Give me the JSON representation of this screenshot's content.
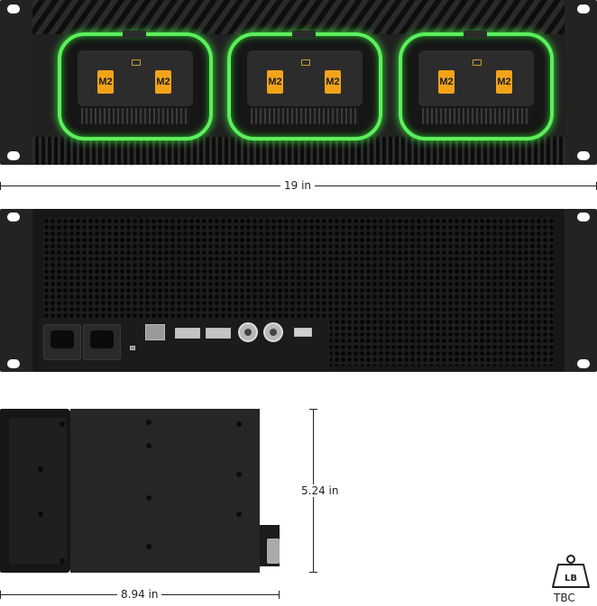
{
  "front": {
    "badge_text": "M2"
  },
  "dimensions": {
    "width": "19 in",
    "height": "5.24 in",
    "depth": "8.94 in"
  },
  "weight": {
    "icon_label": "LB",
    "value": "TBC"
  },
  "colors": {
    "bay_glow": "#5bf05b",
    "badge": "#f2a31a",
    "chassis": "#1b1b1b"
  }
}
